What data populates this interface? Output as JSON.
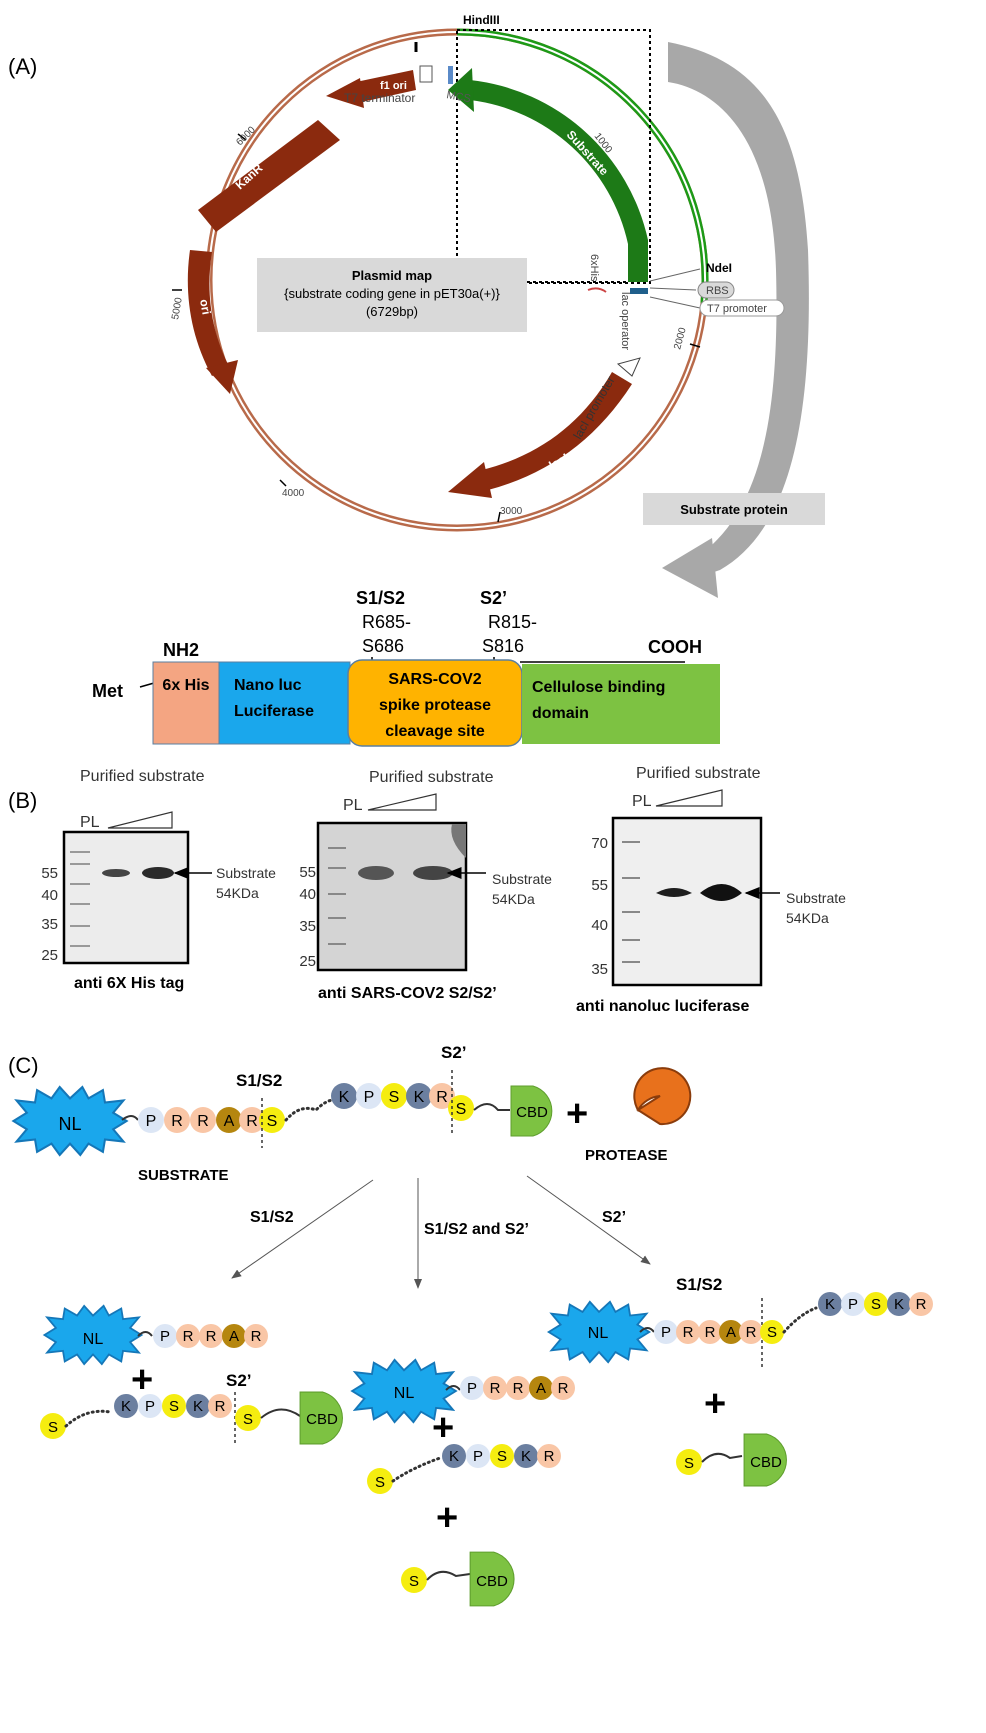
{
  "panels": {
    "a": "(A)",
    "b": "(B)",
    "c": "(C)"
  },
  "plasmid": {
    "features": {
      "hindiii": "HindIII",
      "f1_ori": "f1 ori",
      "t7_terminator": "T7 terminator",
      "mcs": "MCS",
      "kanr": "KanR",
      "ori": "ori",
      "substrate": "Substrate",
      "his6": "6xHis",
      "lac_operator": "lac operator",
      "ndei": "NdeI",
      "rbs": "RBS",
      "t7_promoter": "T7 promoter",
      "laci_promoter": "lacI promoter",
      "laci": "lacI"
    },
    "ticks": {
      "t1000": "1000",
      "t2000": "2000",
      "t3000": "3000",
      "t4000": "4000",
      "t5000": "5000",
      "t6000": "6000"
    },
    "map_box": {
      "title": "Plasmid map",
      "line1": "{substrate coding gene  in pET30a(+)}",
      "line2": "(6729bp)"
    },
    "substrate_protein_label": "Substrate protein"
  },
  "construct": {
    "site1": {
      "name": "S1/S2",
      "res_a": "R685-",
      "res_b": "S686"
    },
    "site2": {
      "name": "S2’",
      "res_a": "R815-",
      "res_b": "S816"
    },
    "nh2": "NH2",
    "cooh": "COOH",
    "met": "Met",
    "domains": {
      "his": "6x His",
      "nanoluc_1": "Nano luc",
      "nanoluc_2": "Luciferase",
      "sars_1": "SARS-COV2",
      "sars_2": "spike protease",
      "sars_3": "cleavage site",
      "cbd_1": "Cellulose binding",
      "cbd_2": "domain"
    }
  },
  "blots": {
    "header": "Purified substrate",
    "pl": "PL",
    "substrate_line1": "Substrate",
    "substrate_line2": "54KDa",
    "blot1": {
      "caption": "anti 6X His tag",
      "markers": [
        "55",
        "40",
        "35",
        "25"
      ]
    },
    "blot2": {
      "caption": "anti SARS-COV2 S2/S2’",
      "markers": [
        "55",
        "40",
        "35",
        "25"
      ]
    },
    "blot3": {
      "caption": "anti nanoluc luciferase",
      "markers": [
        "70",
        "55",
        "40",
        "35"
      ]
    }
  },
  "scheme": {
    "nl": "NL",
    "cbd": "CBD",
    "substrate_label": "SUBSTRATE",
    "protease_label": "PROTEASE",
    "plus": "+",
    "site_s1s2": "S1/S2",
    "site_s2p": "S2’",
    "path_left": "S1/S2",
    "path_mid": "S1/S2 and S2’",
    "path_right": "S2’",
    "res": {
      "P": "P",
      "R": "R",
      "A": "A",
      "S": "S",
      "K": "K"
    }
  },
  "colors": {
    "backbone": "#b86a4a",
    "arrow_red": "#8b2a0e",
    "substrate_green": "#1d7a17",
    "his_tag": "#f4a582",
    "nanoluc": "#1aa7ec",
    "sars": "#ffb300",
    "cbd": "#7dc242",
    "res_p": "#dce6f5",
    "res_r": "#f9c6a6",
    "res_a": "#b5860f",
    "res_s": "#f5ed10",
    "res_k": "#6b7fa0",
    "protease": "#e8711c"
  }
}
